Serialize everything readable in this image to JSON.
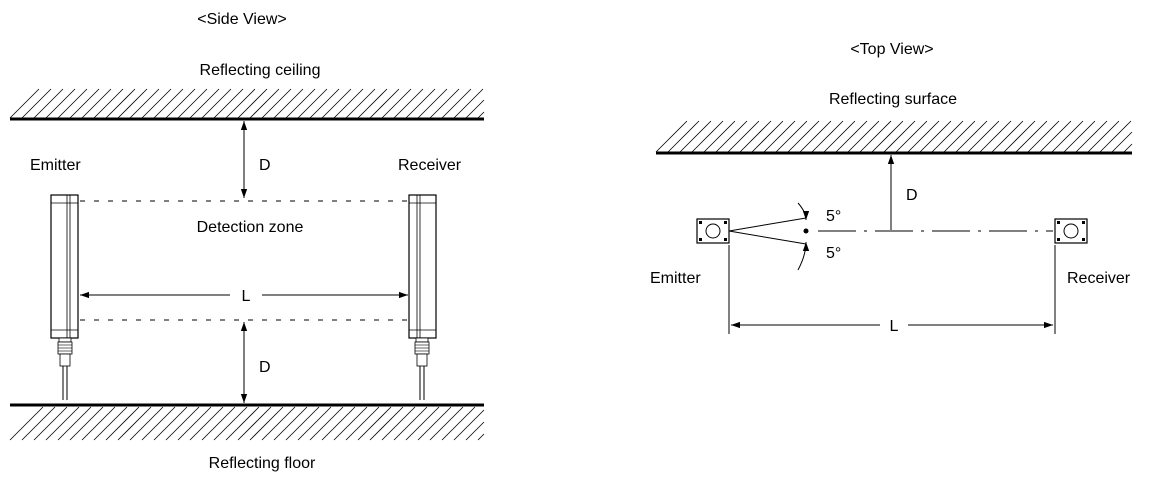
{
  "side_view": {
    "title": "<Side View>",
    "ceiling_label": "Reflecting ceiling",
    "floor_label": "Reflecting floor",
    "emitter_label": "Emitter",
    "receiver_label": "Receiver",
    "zone_label": "Detection zone",
    "distance_label_top": "D",
    "distance_label_bottom": "D",
    "length_label": "L"
  },
  "top_view": {
    "title": "<Top View>",
    "surface_label": "Reflecting surface",
    "emitter_label": "Emitter",
    "receiver_label": "Receiver",
    "distance_label": "D",
    "length_label": "L",
    "angle_upper": "5°",
    "angle_lower": "5°"
  }
}
